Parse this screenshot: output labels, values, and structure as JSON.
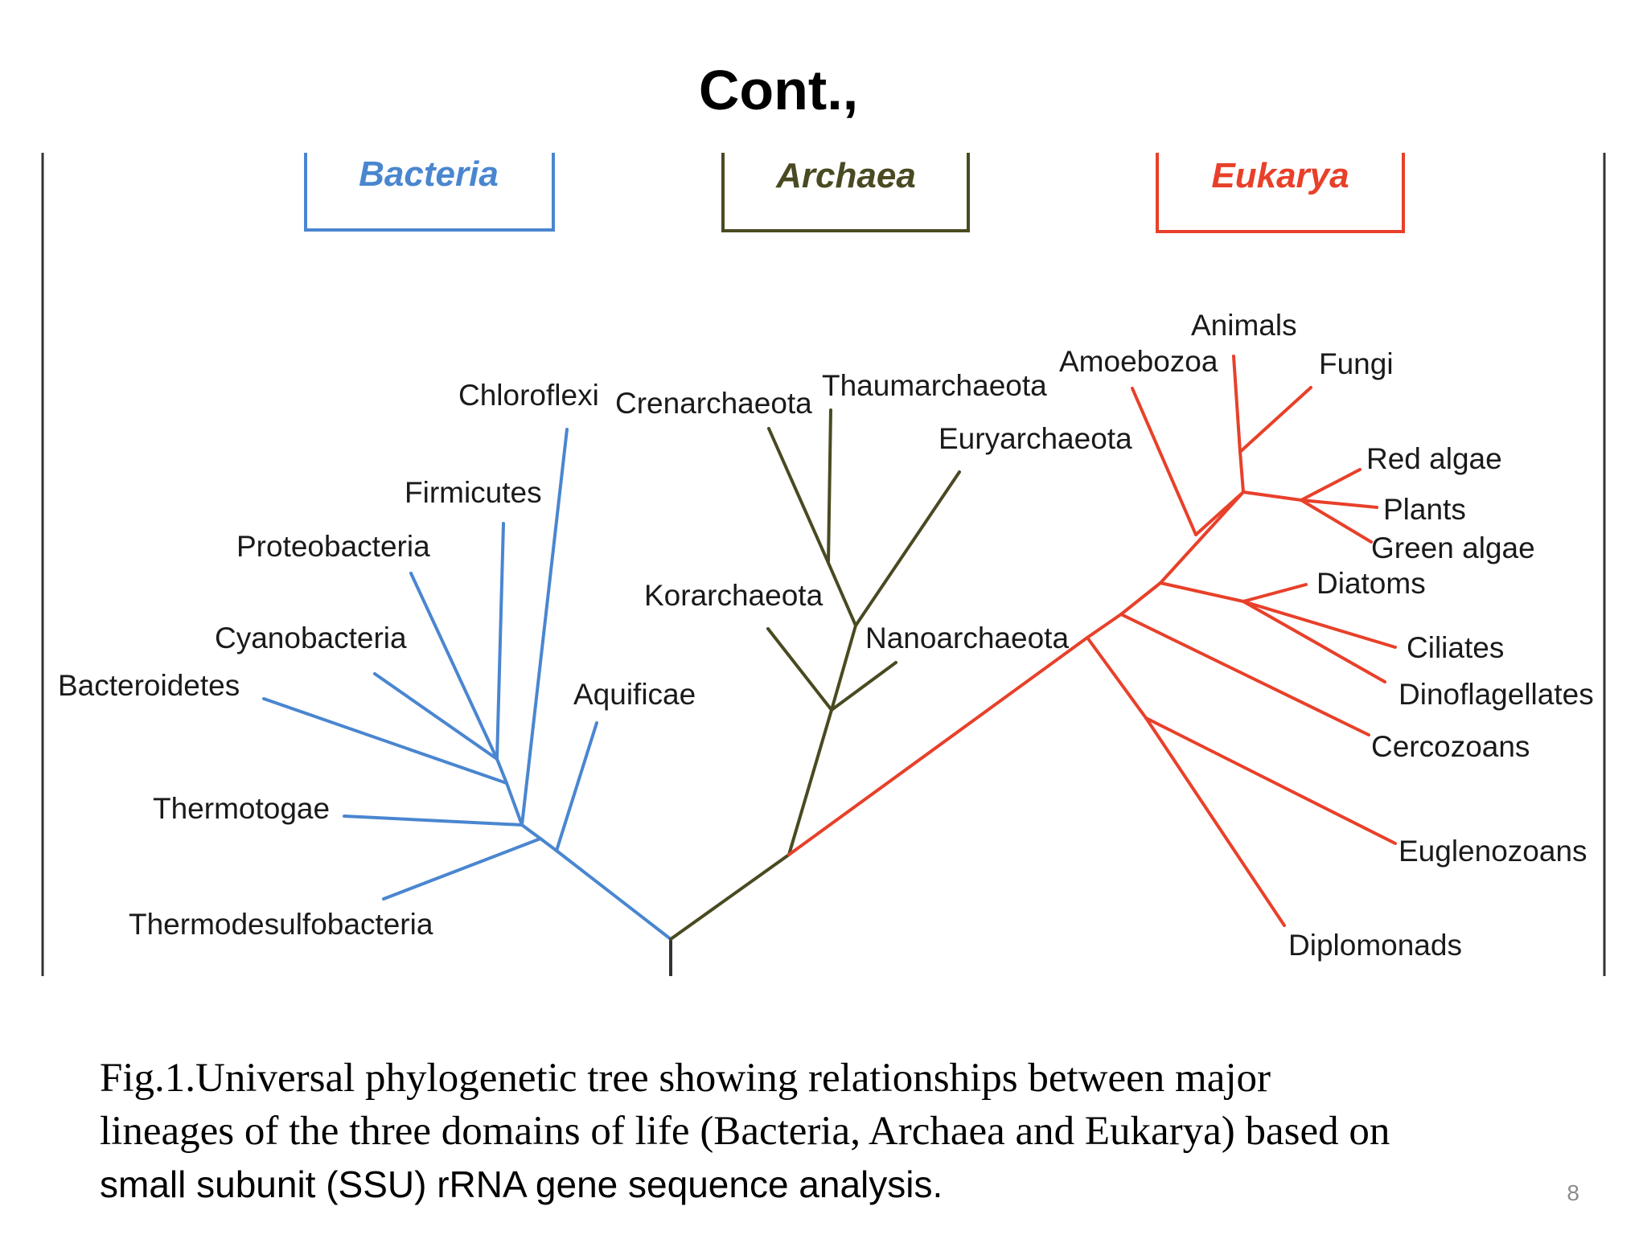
{
  "slide": {
    "title": "Cont.,",
    "page_number": "8"
  },
  "colors": {
    "bacteria": "#4a86d0",
    "archaea": "#4a4a22",
    "eukarya": "#e8402a",
    "frame": "#333333"
  },
  "tree": {
    "domains": {
      "bacteria": "Bacteria",
      "archaea": "Archaea",
      "eukarya": "Eukarya"
    },
    "bacteria_taxa": {
      "chloroflexi": "Chloroflexi",
      "firmicutes": "Firmicutes",
      "proteobacteria": "Proteobacteria",
      "cyanobacteria": "Cyanobacteria",
      "bacteroidetes": "Bacteroidetes",
      "aquificae": "Aquificae",
      "thermotogae": "Thermotogae",
      "thermodesulfobacteria": "Thermodesulfobacteria"
    },
    "archaea_taxa": {
      "crenarchaeota": "Crenarchaeota",
      "thaumarchaeota": "Thaumarchaeota",
      "euryarchaeota": "Euryarchaeota",
      "korarchaeota": "Korarchaeota",
      "nanoarchaeota": "Nanoarchaeota"
    },
    "eukarya_taxa": {
      "animals": "Animals",
      "amoebozoa": "Amoebozoa",
      "fungi": "Fungi",
      "red_algae": "Red algae",
      "plants": "Plants",
      "green_algae": "Green algae",
      "diatoms": "Diatoms",
      "ciliates": "Ciliates",
      "dinoflagellates": "Dinoflagellates",
      "cercozoans": "Cercozoans",
      "euglenozoans": "Euglenozoans",
      "diplomonads": "Diplomonads"
    }
  },
  "caption": {
    "line1": "Fig.1.Universal phylogenetic tree showing relationships between major",
    "line2": "lineages of the three domains of life (Bacteria, Archaea and Eukarya) based on",
    "line3": "small subunit (SSU) rRNA gene sequence analysis."
  }
}
